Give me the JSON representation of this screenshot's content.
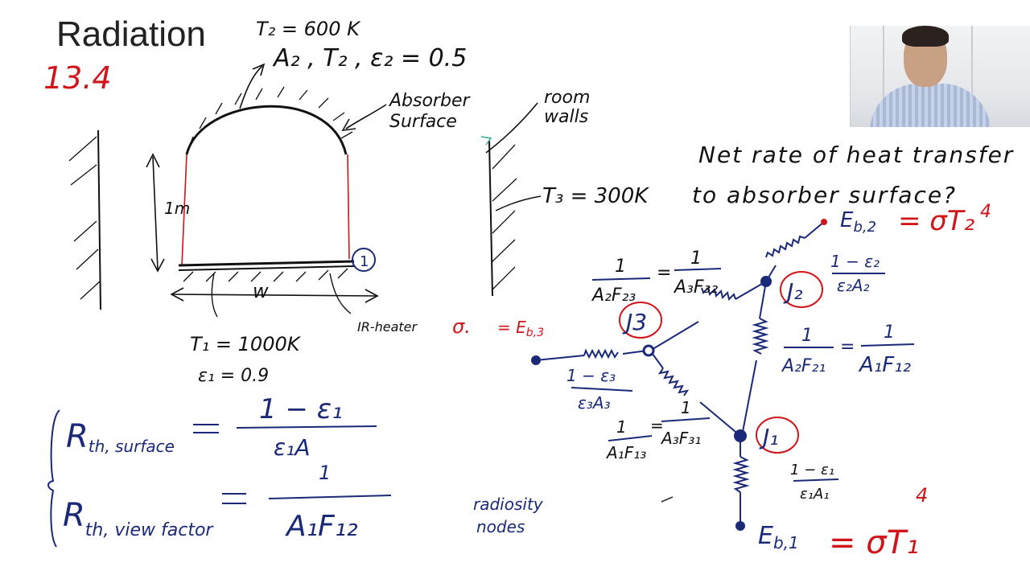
{
  "slide": {
    "title": "Radiation",
    "section": "13.4"
  },
  "left_sketch": {
    "t2": "T₂ = 600 K",
    "a2": "A₂ , T₂ , ε₂ = 0.5",
    "absorber": [
      "Absorber",
      "Surface"
    ],
    "room_walls": [
      "room",
      "walls"
    ],
    "height": "1m",
    "width": "w",
    "node1": "1",
    "t3": "T₃ = 300K",
    "ir_heater": "IR-heater",
    "sigma_mark": "σ.",
    "eb3": "= E",
    "eb3_sub": "b,3",
    "t1": "T₁ = 1000K",
    "e1": "ε₁ = 0.9"
  },
  "question": {
    "line1": "Net rate of heat transfer",
    "line2": "to absorber surface?"
  },
  "resistances": {
    "surface_label": "R",
    "surface_sub": "th, surface",
    "surface_num": "1 − ε₁",
    "surface_den": "ε₁A",
    "view_label": "R",
    "view_sub": "th, view factor",
    "view_num": "1",
    "view_den": "A₁F₁₂"
  },
  "network": {
    "eb2_left": "E",
    "eb2_sub": "b,2",
    "eb2_right": "= σT₂",
    "eb2_power": "4",
    "r2_num": "1 − ε₂",
    "r2_den": "ε₂A₂",
    "j2": "J₂",
    "j3": "J3",
    "j1": "J₁",
    "r23_lnum": "1",
    "r23_lden": "A₂F₂₃",
    "r23_eq": "=",
    "r23_rnum": "1",
    "r23_rden": "A₃F₃₂",
    "r21_lnum": "1",
    "r21_lden": "A₂F₂₁",
    "r21_eq": "=",
    "r21_rnum": "1",
    "r21_rden": "A₁F₁₂",
    "r3_num": "1 − ε₃",
    "r3_den": "ε₃A₃",
    "r13_lnum": "1",
    "r13_lden": "A₁F₁₃",
    "r13_eq": "=",
    "r13_rnum": "1",
    "r13_rden": "A₃F₃₁",
    "r1_num": "1 − ε₁",
    "r1_den": "ε₁A₁",
    "eb1_left": "E",
    "eb1_sub": "b,1",
    "eb1_right": "= σT₁",
    "eb1_power": "4",
    "radiosity": [
      "radiosity",
      "nodes"
    ]
  },
  "colors": {
    "ink_black": "#111111",
    "ink_blue": "#1a2a78",
    "ink_red": "#d0151b",
    "ink_green": "#2ca38a"
  }
}
